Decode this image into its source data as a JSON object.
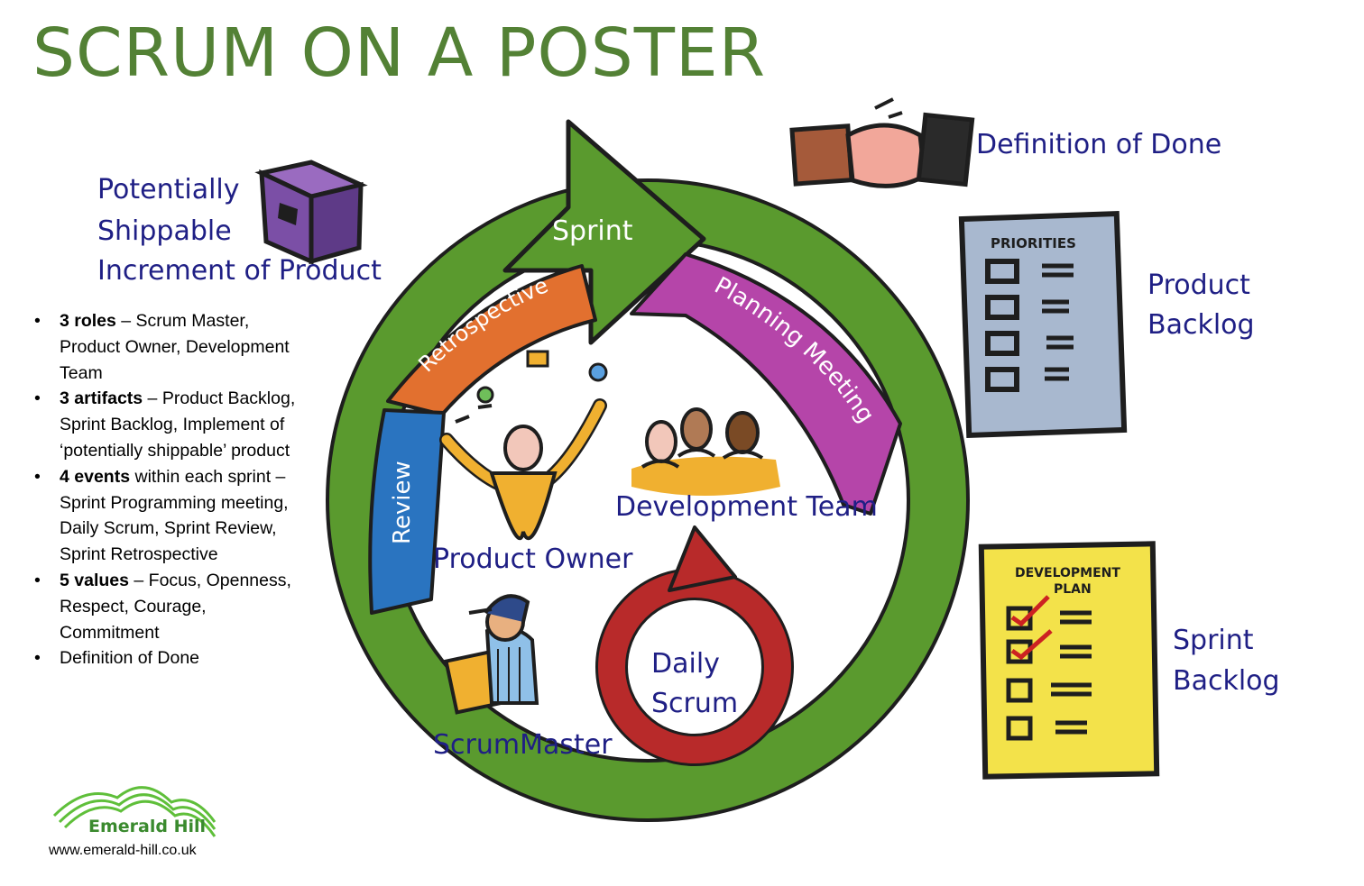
{
  "title": "SCRUM ON A POSTER",
  "cycle": {
    "sprint": "Sprint",
    "retrospective": "Retrospective",
    "planning_meeting": "Planning Meeting",
    "review": "Review",
    "daily_line1": "Daily",
    "daily_line2": "Scrum"
  },
  "roles": {
    "product_owner": "Product Owner",
    "development_team": "Development Team",
    "scrum_master": "ScrumMaster"
  },
  "artifacts": {
    "increment_line1": "Potentially",
    "increment_line2": "Shippable",
    "increment_line3": "Increment of Product",
    "definition_of_done": "Definition of Done",
    "product_backlog_line1": "Product",
    "product_backlog_line2": "Backlog",
    "sprint_backlog_line1": "Sprint",
    "sprint_backlog_line2": "Backlog",
    "priorities_heading": "PRIORITIES",
    "dev_plan_line1": "DEVELOPMENT",
    "dev_plan_line2": "PLAN"
  },
  "bullets": [
    {
      "bold": "3 roles",
      "text": " – Scrum Master, Product Owner, Development Team"
    },
    {
      "bold": "3 artifacts",
      "text": " – Product Backlog, Sprint Backlog, Implement of ‘potentially shippable’ product"
    },
    {
      "bold": "4 events",
      "text": " within each sprint – Sprint Programming meeting, Daily Scrum, Sprint Review, Sprint Retrospective"
    },
    {
      "bold": "5 values",
      "text": " – Focus, Openness, Respect, Courage, Commitment"
    },
    {
      "bold": "",
      "text": "Definition of Done"
    }
  ],
  "logo": {
    "name": "Emerald Hill",
    "url": "www.emerald-hill.co.uk"
  },
  "colors": {
    "title": "#538135",
    "sprint_ring": "#5a9a2e",
    "retrospective": "#e2702f",
    "planning": "#b545a9",
    "review": "#2a74c0",
    "daily_scrum": "#b82a2a",
    "text": "#1f1f85"
  }
}
